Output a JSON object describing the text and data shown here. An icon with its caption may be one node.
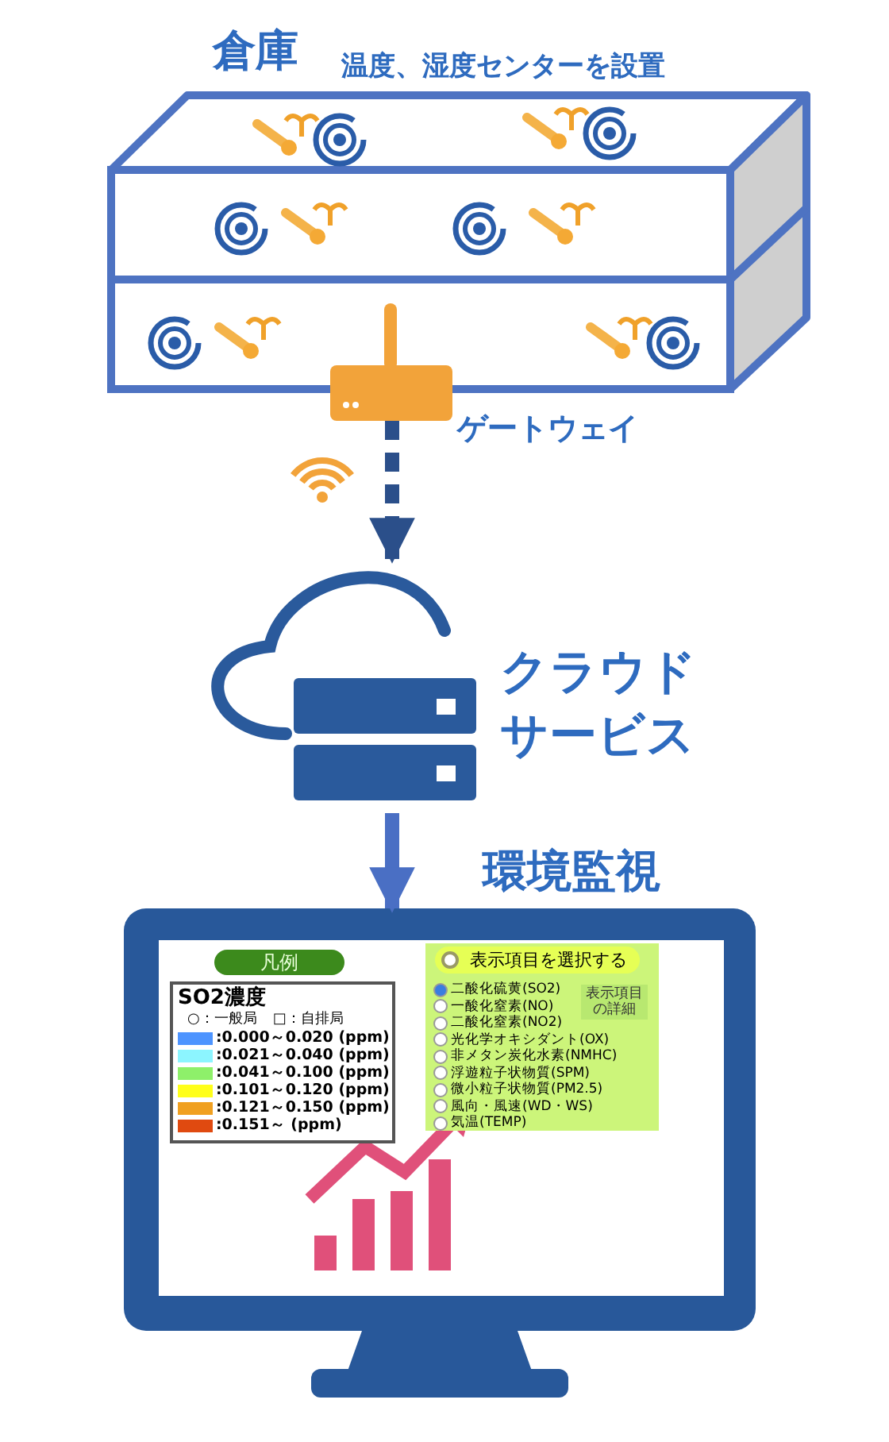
{
  "diagram": {
    "nodes": [
      {
        "text": [
          "倉庫",
          "温度、湿度センターを設置"
        ]
      },
      {
        "text": [
          "ゲートウェイ"
        ]
      },
      {
        "text": [
          "クラウドサービス"
        ]
      },
      {
        "text": [
          "環境監視"
        ]
      }
    ],
    "edges": [
      {
        "from": 1,
        "to": 2,
        "arrow": "to",
        "style": "dashed"
      },
      {
        "from": 2,
        "to": 3,
        "arrow": "to"
      }
    ],
    "labels": [
      "凡例",
      "SO2濃度",
      "○：一般局",
      "□：自排局",
      "表示項目を選択する",
      "表示項目の詳細",
      "二酸化硫黄(SO2)",
      "一酸化窒素(NO)",
      "二酸化窒素(NO2)",
      "光化学オキシダント(OX)",
      "非メタン炭化水素(NMHC)",
      "浮遊粒子状物質(SPM)",
      "微小粒子状物質(PM2.5)",
      "風向・風速(WD・WS)",
      "気温(TEMP)"
    ],
    "legend": [
      {
        "text": ":0.000～0.020 (ppm)",
        "color": "#4d94ff"
      },
      {
        "text": ":0.021～0.040 (ppm)",
        "color": "#8cf5ff"
      },
      {
        "text": ":0.041～0.100 (ppm)",
        "color": "#8ef06a"
      },
      {
        "text": ":0.101～0.120 (ppm)",
        "color": "#ffff1a"
      },
      {
        "text": ":0.121～0.150 (ppm)",
        "color": "#f0a020"
      },
      {
        "text": ":0.151～ (ppm)",
        "color": "#e04a10"
      }
    ]
  }
}
